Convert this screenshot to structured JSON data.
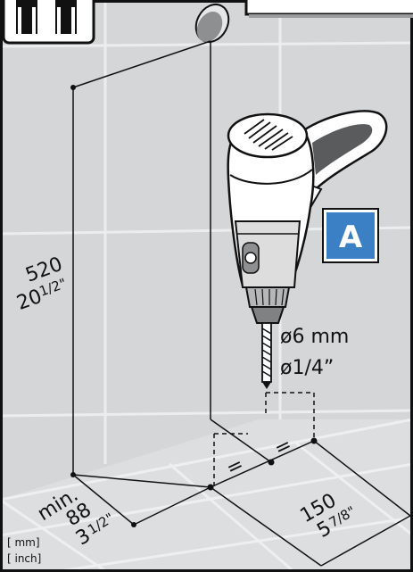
{
  "badge": {
    "letter": "A",
    "color": "#3b7fc4"
  },
  "drill": {
    "diameter_mm": "ø6 mm",
    "diameter_inch": "ø1/4”"
  },
  "dimensions": {
    "height_mm": "520",
    "height_inch_whole": "20",
    "height_inch_frac": "1/2\"",
    "min_label": "min.",
    "min_mm": "88",
    "min_inch_whole": "3",
    "min_inch_frac": "1/2\"",
    "width_mm": "150",
    "width_inch_whole": "5",
    "width_inch_frac": "7/8\"",
    "equal_mark": "="
  },
  "units": {
    "mm": "[ mm]",
    "inch": "[ inch]"
  },
  "icons": [
    "two-person-icon",
    "drill-icon",
    "wall-hole-icon"
  ],
  "colors": {
    "wall": "#d4d6d8",
    "floor": "#dcdee0",
    "line": "#111111"
  }
}
